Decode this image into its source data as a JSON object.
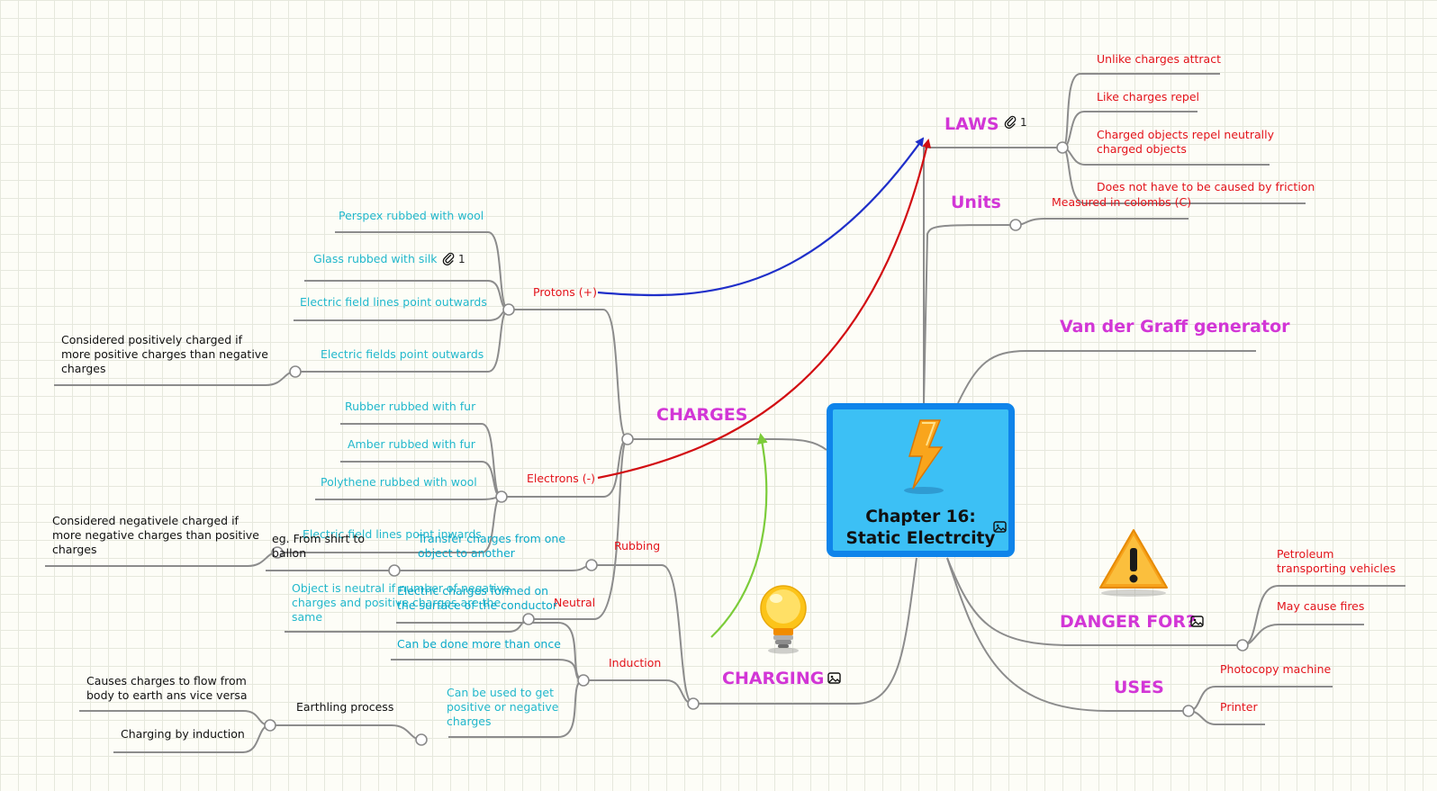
{
  "central": {
    "title_line1": "Chapter 16:",
    "title_line2": "Static Electrcity"
  },
  "branches": {
    "laws": "LAWS",
    "laws_attach_count": "1",
    "units": "Units",
    "van_der_graff": "Van der Graff generator",
    "danger": "DANGER FOR?",
    "uses": "USES",
    "charges": "CHARGES",
    "charging": "CHARGING"
  },
  "laws_items": [
    "Unlike charges attract",
    "Like charges repel",
    "Charged objects repel neutrally charged objects",
    "Does not have to be caused by friction"
  ],
  "units_items": [
    "Measured in colombs (C)"
  ],
  "danger_items": [
    "Petroleum transporting vehicles",
    "May cause fires"
  ],
  "uses_items": [
    "Photocopy machine",
    "Printer"
  ],
  "protons": {
    "label": "Protons (+)",
    "items": [
      "Perspex rubbed with wool",
      "Glass rubbed with silk",
      "Electric field lines point outwards",
      "Electric fields point outwards"
    ],
    "glass_attach_count": "1",
    "note": "Considered positively charged if more positive charges than negative charges"
  },
  "electrons": {
    "label": "Electrons (-)",
    "items": [
      "Rubber rubbed with fur",
      "Amber rubbed with fur",
      "Polythene rubbed with wool",
      "Electric field lines point inwards"
    ],
    "note": "Considered negativele charged if more negative charges than positive charges"
  },
  "neutral": {
    "label": "Neutral",
    "item": "Object is neutral if number of negative charges and positive charges are the same"
  },
  "rubbing": {
    "label": "Rubbing",
    "item": "Transfer charges from one object to another",
    "example": "eg. From shirt to ballon"
  },
  "induction": {
    "label": "Induction",
    "items": [
      "Electric charges formed on the surface of the conductor",
      "Can be done more than once",
      "Can be used to get positive or negative charges"
    ]
  },
  "earthling": {
    "label": "Earthling process",
    "items": [
      "Causes charges to flow from body to earth ans vice versa",
      "Charging by induction"
    ]
  },
  "colors": {
    "topic": "#d236d6",
    "subtopic": "#e3131b",
    "detail": "#22b8cc",
    "central_fill": "#3cc0f5",
    "central_border": "#0f84ea",
    "arrow_blue": "#1f2fc9",
    "arrow_red": "#d20d12",
    "arrow_green": "#7ccc3a"
  },
  "icons": [
    "lightning-icon",
    "lightbulb-icon",
    "warning-icon",
    "image-icon",
    "attachment-icon"
  ]
}
